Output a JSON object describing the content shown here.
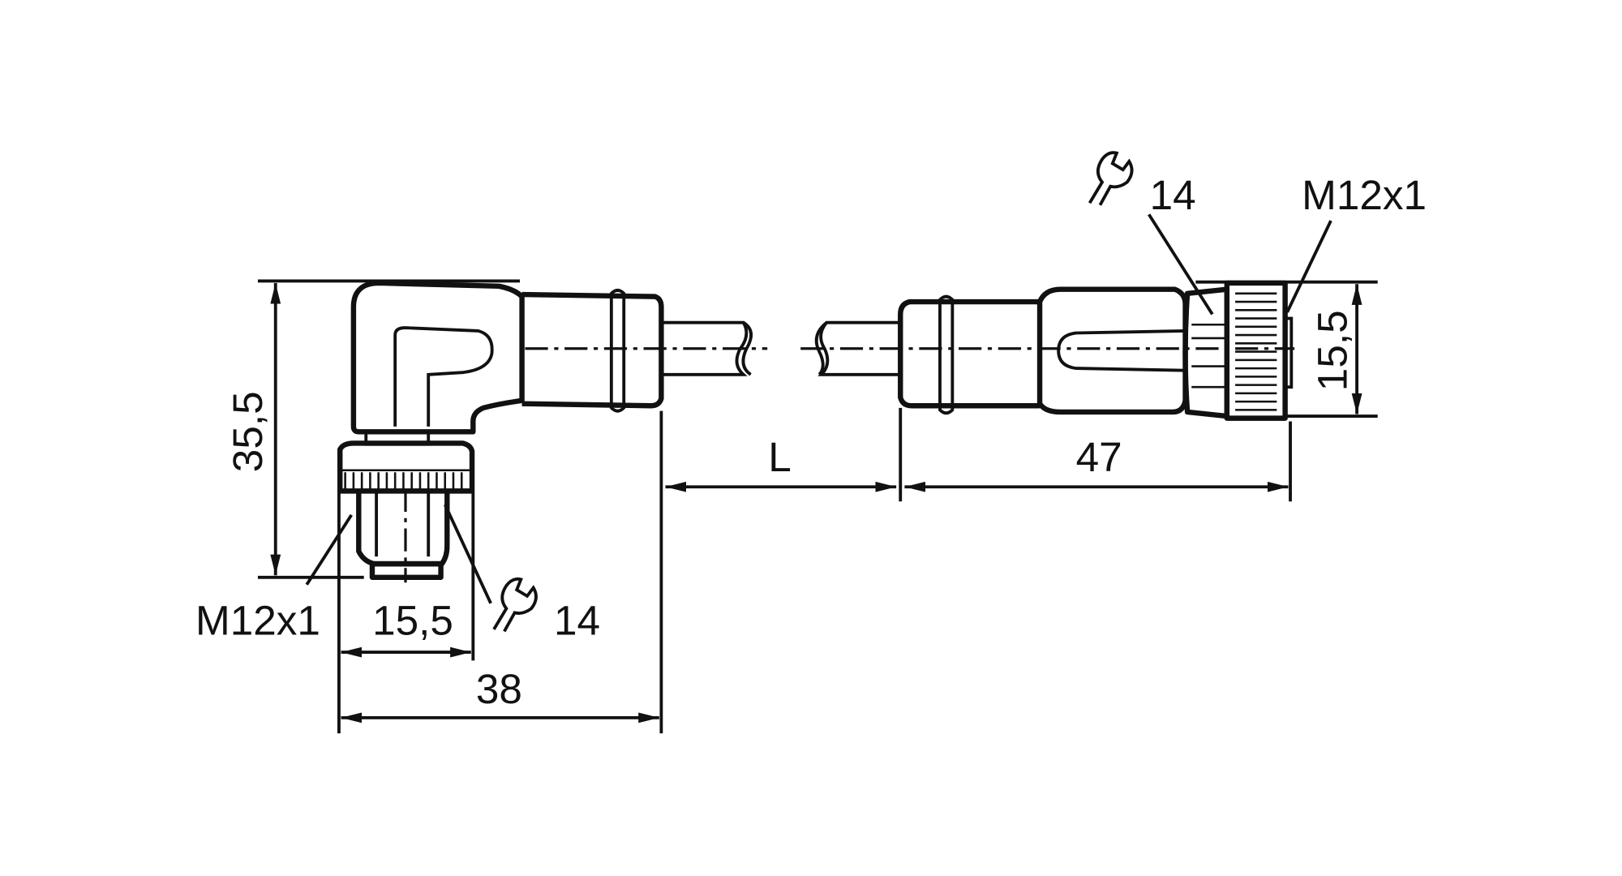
{
  "drawing": {
    "left_connector": {
      "height_dim": "35,5",
      "thread_label": "M12x1",
      "nut_width_dim": "15,5",
      "wrench_size": "14",
      "length_dim": "38"
    },
    "cable": {
      "length_dim": "L"
    },
    "right_connector": {
      "length_dim": "47",
      "diameter_dim": "15,5",
      "wrench_size": "14",
      "thread_label": "M12x1"
    },
    "colors": {
      "line": "#111111",
      "background": "#ffffff"
    }
  }
}
